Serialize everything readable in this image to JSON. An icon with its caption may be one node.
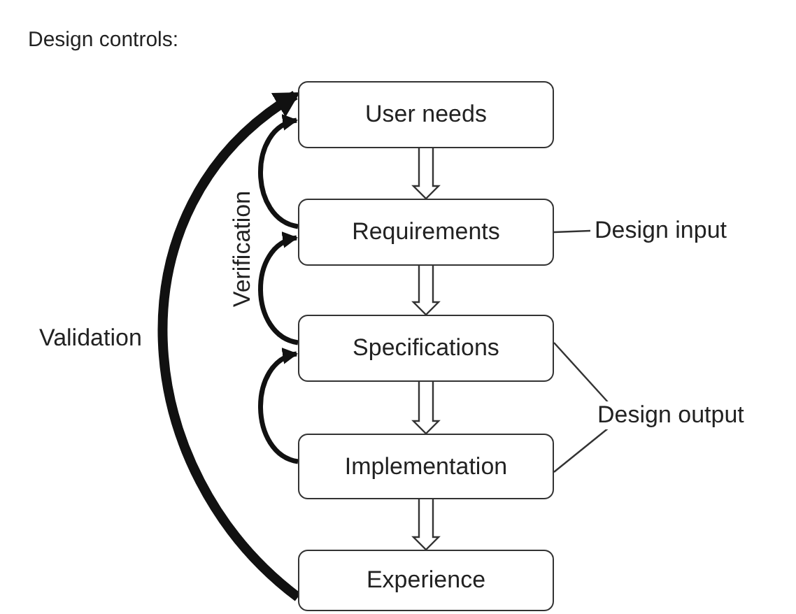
{
  "diagram": {
    "title": "Design controls:",
    "nodes": [
      {
        "text": [
          "User needs"
        ]
      },
      {
        "text": [
          "Requirements"
        ]
      },
      {
        "text": [
          "Specifications"
        ]
      },
      {
        "text": [
          "Implementation"
        ]
      },
      {
        "text": [
          "Experience"
        ]
      },
      {
        "text": [
          "Design input"
        ]
      },
      {
        "text": [
          "Design output"
        ]
      }
    ],
    "edges": [
      {
        "from": 0,
        "to": 1,
        "arrow": "to"
      },
      {
        "from": 1,
        "to": 2,
        "arrow": "to"
      },
      {
        "from": 2,
        "to": 3,
        "arrow": "to"
      },
      {
        "from": 3,
        "to": 4,
        "arrow": "to"
      },
      {
        "from": 1,
        "to": 0,
        "arrow": "to"
      },
      {
        "from": 2,
        "to": 1,
        "arrow": "to"
      },
      {
        "from": 3,
        "to": 2,
        "arrow": "to"
      },
      {
        "from": 4,
        "to": 0,
        "arrow": "to",
        "label": "Validation",
        "style": "thick"
      },
      {
        "from": 5,
        "to": 1,
        "arrow": "none"
      },
      {
        "from": 6,
        "to": 2,
        "arrow": "none"
      },
      {
        "from": 6,
        "to": 3,
        "arrow": "none"
      }
    ],
    "labels": [
      "Verification"
    ]
  }
}
